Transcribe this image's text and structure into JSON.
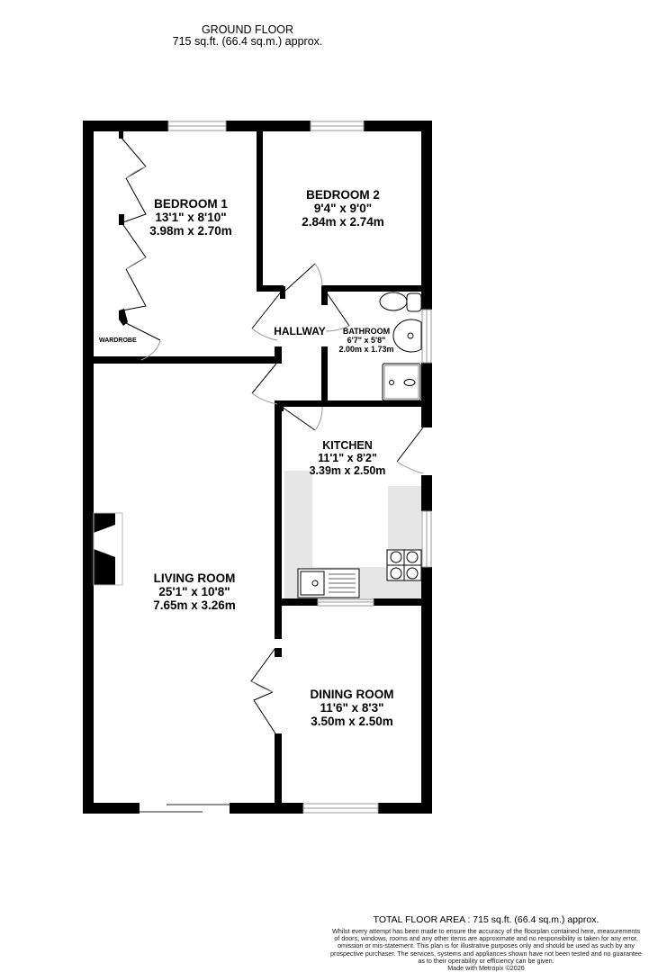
{
  "header": {
    "floor_name": "GROUND FLOOR",
    "floor_area": "715 sq.ft. (66.4 sq.m.) approx."
  },
  "rooms": [
    {
      "id": "bedroom-1",
      "name": "BEDROOM 1",
      "imperial": "13'1\"  x 8'10\"",
      "metric": "3.98m  x 2.70m"
    },
    {
      "id": "bedroom-2",
      "name": "BEDROOM 2",
      "imperial": "9'4\"  x 9'0\"",
      "metric": "2.84m  x 2.74m"
    },
    {
      "id": "hallway",
      "name": "HALLWAY"
    },
    {
      "id": "bathroom",
      "name": "BATHROOM",
      "imperial": "6'7\"  x 5'8\"",
      "metric": "2.00m  x 1.73m"
    },
    {
      "id": "kitchen",
      "name": "KITCHEN",
      "imperial": "11'1\"  x 8'2\"",
      "metric": "3.39m  x 2.50m"
    },
    {
      "id": "living-room",
      "name": "LIVING ROOM",
      "imperial": "25'1\"  x 10'8\"",
      "metric": "7.65m  x 3.26m"
    },
    {
      "id": "dining-room",
      "name": "DINING ROOM",
      "imperial": "11'6\"  x 8'3\"",
      "metric": "3.50m  x 2.50m"
    }
  ],
  "annotations": {
    "wardrobe": "WARDROBE"
  },
  "footer": {
    "total_area": "TOTAL FLOOR AREA : 715 sq.ft. (66.4 sq.m.) approx.",
    "disclaimer_lines": [
      "Whilst every attempt has been made to ensure the accuracy of the floorplan contained here, measurements",
      "of doors, windows, rooms and any other items are approximate and no responsibility is taken for any error,",
      "omission or mis-statement. This plan is for illustrative purposes only and should be used as such by any",
      "prospective purchaser. The services, systems and appliances shown have not been tested and no guarantee",
      "as to their operability or efficiency can be given."
    ],
    "credit": "Made with Metropix ©2026"
  },
  "colors": {
    "wall": "#000000",
    "counter": "#e6e6e6",
    "window": "#999999",
    "door_arc": "#999999"
  }
}
